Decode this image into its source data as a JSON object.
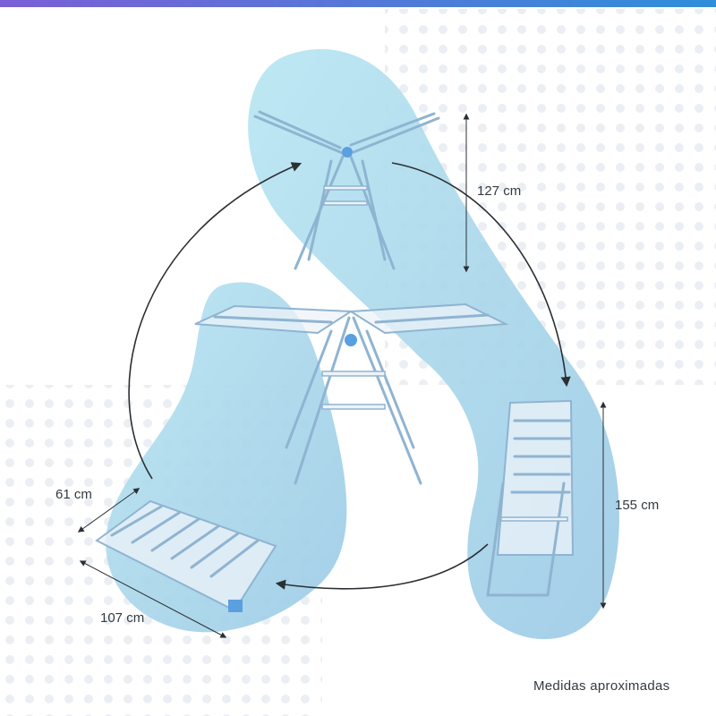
{
  "colors": {
    "bar_start": "#7b5fd6",
    "bar_end": "#2f8fd8",
    "blob_light": "#b8e6f2",
    "blob_mid": "#a9d6ea",
    "blob_deep": "#9ccbe6",
    "rack_frame": "#eef3f8",
    "rack_outline": "#8fb4d2",
    "rack_accent": "#5a9fe0",
    "arrow": "#2b2f33",
    "text": "#333a40",
    "dots": "#e9edf2"
  },
  "dimensions": {
    "folded_height": "127 cm",
    "standing_height": "155 cm",
    "flat_width": "61 cm",
    "flat_length": "107 cm"
  },
  "footnote": "Medidas aproximadas"
}
